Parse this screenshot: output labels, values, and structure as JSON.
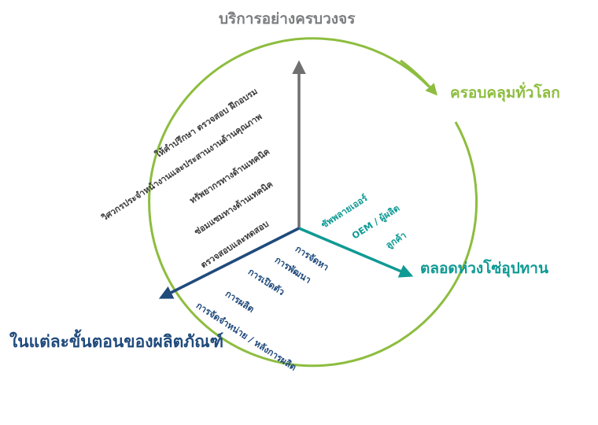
{
  "axes": {
    "top": {
      "title": "บริการอย่างครบวงจร",
      "items": [
        "ให้คำปรึกษา  ตรวจสอบ  ฝึกอบรม",
        "วิศวกรประจำหน้างานและประสานงานด้านคุณภาพ",
        "ทรัพยากรทางด้านเทคนิค",
        "ซ่อมแซมทางด้านเทคนิค",
        "ตรวจสอบและทดสอบ"
      ]
    },
    "right": {
      "title": "ตลอดห่วงโซ่อุปทาน",
      "items": [
        "ซัพพลายเออร์",
        "OEM / ผู้ผลิต",
        "ลูกค้า"
      ]
    },
    "left": {
      "title": "ในแต่ละขั้นตอนของผลิตภัณฑ์",
      "items": [
        "การจัดหา",
        "การพัฒนา",
        "การเปิดตัว",
        "การผลิต",
        "การจัดจำหน่าย  /  หลังการผลิต"
      ]
    }
  },
  "ring": {
    "label": "ครอบคลุมทั่วโลก"
  },
  "colors": {
    "grey_axis": "#707070",
    "teal": "#0f9a94",
    "navy": "#1f4a7c",
    "green_ring": "#8dbd3f",
    "title_grey": "#7b7d80"
  }
}
